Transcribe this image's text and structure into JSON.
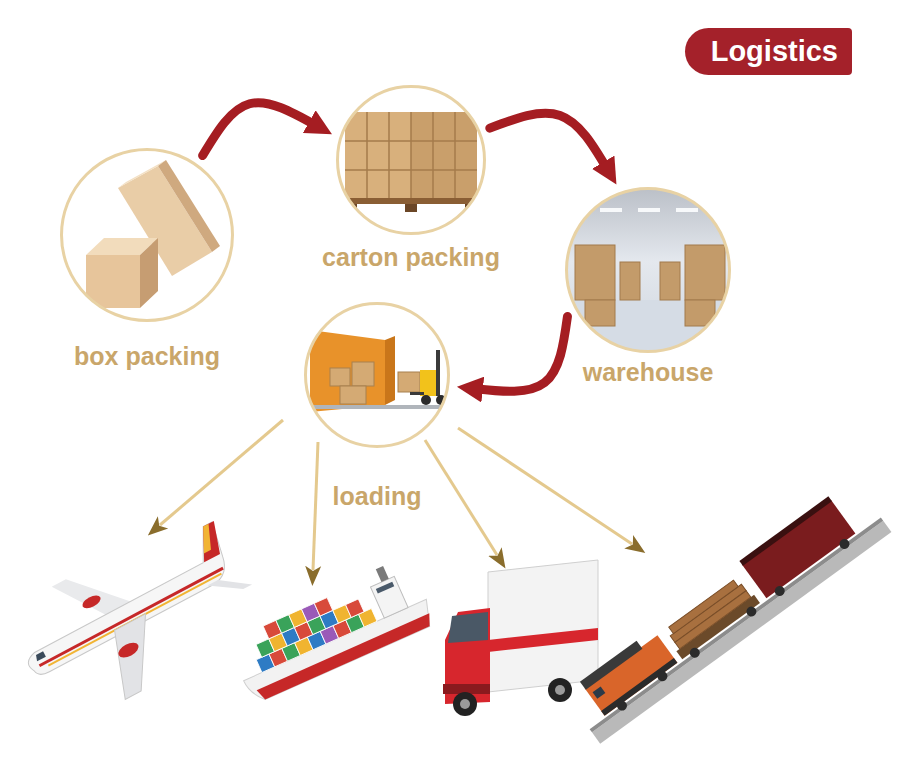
{
  "diagram": {
    "title": "Logistics",
    "nodes": [
      {
        "text": [
          "box packing"
        ]
      },
      {
        "text": [
          "carton packing"
        ]
      },
      {
        "text": [
          "warehouse"
        ]
      },
      {
        "text": [
          "loading"
        ]
      }
    ],
    "edges": [
      {
        "from": 0,
        "to": 1,
        "arrow": "to"
      },
      {
        "from": 1,
        "to": 2,
        "arrow": "to"
      },
      {
        "from": 2,
        "to": 3,
        "arrow": "to"
      }
    ]
  }
}
